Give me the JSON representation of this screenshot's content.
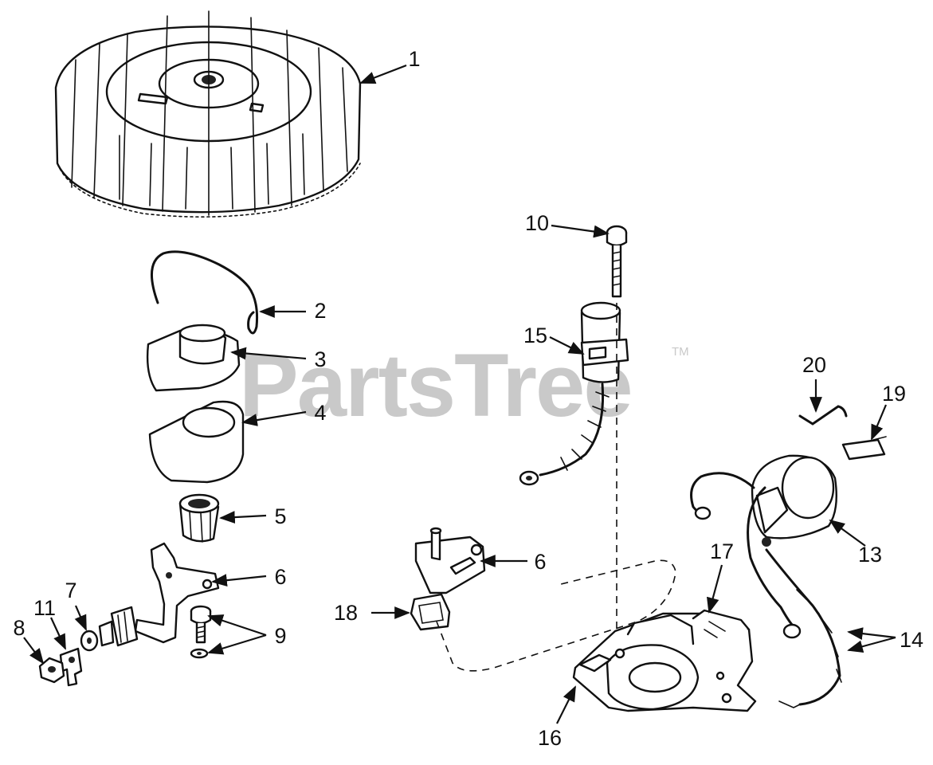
{
  "watermark": {
    "text": "PartsTree",
    "trademark": "TM"
  },
  "callouts": [
    {
      "id": "c1",
      "label": "1"
    },
    {
      "id": "c2",
      "label": "2"
    },
    {
      "id": "c3",
      "label": "3"
    },
    {
      "id": "c4",
      "label": "4"
    },
    {
      "id": "c5",
      "label": "5"
    },
    {
      "id": "c6a",
      "label": "6"
    },
    {
      "id": "c6b",
      "label": "6"
    },
    {
      "id": "c7",
      "label": "7"
    },
    {
      "id": "c8",
      "label": "8"
    },
    {
      "id": "c9",
      "label": "9"
    },
    {
      "id": "c10",
      "label": "10"
    },
    {
      "id": "c11",
      "label": "11"
    },
    {
      "id": "c13",
      "label": "13"
    },
    {
      "id": "c14",
      "label": "14"
    },
    {
      "id": "c15",
      "label": "15"
    },
    {
      "id": "c16",
      "label": "16"
    },
    {
      "id": "c17",
      "label": "17"
    },
    {
      "id": "c18",
      "label": "18"
    },
    {
      "id": "c19",
      "label": "19"
    },
    {
      "id": "c20",
      "label": "20"
    }
  ],
  "colors": {
    "line": "#111111",
    "watermark": "#c9c9c9",
    "background": "#ffffff"
  },
  "icons": [
    "flywheel",
    "spring-clip",
    "cam-plate",
    "felt-wiper",
    "cam-bushing",
    "breaker-arm",
    "condenser",
    "screw",
    "armature-coil",
    "armature-bracket",
    "spark-plug-wire"
  ]
}
